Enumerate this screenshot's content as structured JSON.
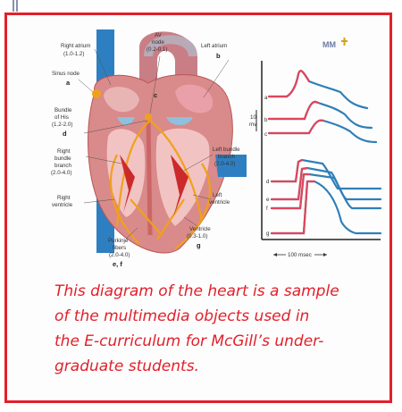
{
  "figure": {
    "logo": "MM",
    "heart_labels": {
      "right_atrium": "Right atrium",
      "right_atrium_time": "(1.0-1.2)",
      "sinus_node": "Sinus node",
      "sinus_letter": "a",
      "bundle_his_1": "Bundle",
      "bundle_his_2": "of His",
      "bundle_his_time": "(1.2-2.0)",
      "bundle_his_letter": "d",
      "right_bundle_1": "Right",
      "right_bundle_2": "bundle",
      "right_bundle_3": "branch",
      "right_bundle_time": "(2.0-4.0)",
      "right_ventricle_1": "Right",
      "right_ventricle_2": "ventricle",
      "av_node_1": "AV",
      "av_node_2": "node",
      "av_node_time": "(0.2-0.1)",
      "av_letter": "c",
      "left_atrium": "Left atrium",
      "left_atrium_letter": "b",
      "left_bundle_1": "Left bundle",
      "left_bundle_2": "branch",
      "left_bundle_time": "(2.0-4.0)",
      "left_ventricle_1": "Left",
      "left_ventricle_2": "ventricle",
      "ventricle_1": "Ventricle",
      "ventricle_time": "(0.3-1.0)",
      "ventricle_letter": "g",
      "purkinje_1": "Purkinje",
      "purkinje_2": "fibers",
      "purkinje_time": "(2.0-4.0)",
      "purkinje_letter": "e, f"
    },
    "trace_labels": {
      "y_value": "10",
      "y_unit": "mv",
      "a": "a",
      "b": "b",
      "c": "c",
      "d": "d",
      "e": "e",
      "f": "f",
      "g": "g",
      "time_scale": "100 msec"
    }
  },
  "caption": {
    "line1": "This diagram of the heart is a sample",
    "line2": "of the multimedia objects used in",
    "line3": "the E-curriculum for McGill’s under-",
    "line4": "graduate students."
  },
  "colors": {
    "frame": "#e2202b",
    "caption": "#e2202b",
    "trace_red": "#e0455a",
    "trace_blue": "#2f7fb8"
  }
}
